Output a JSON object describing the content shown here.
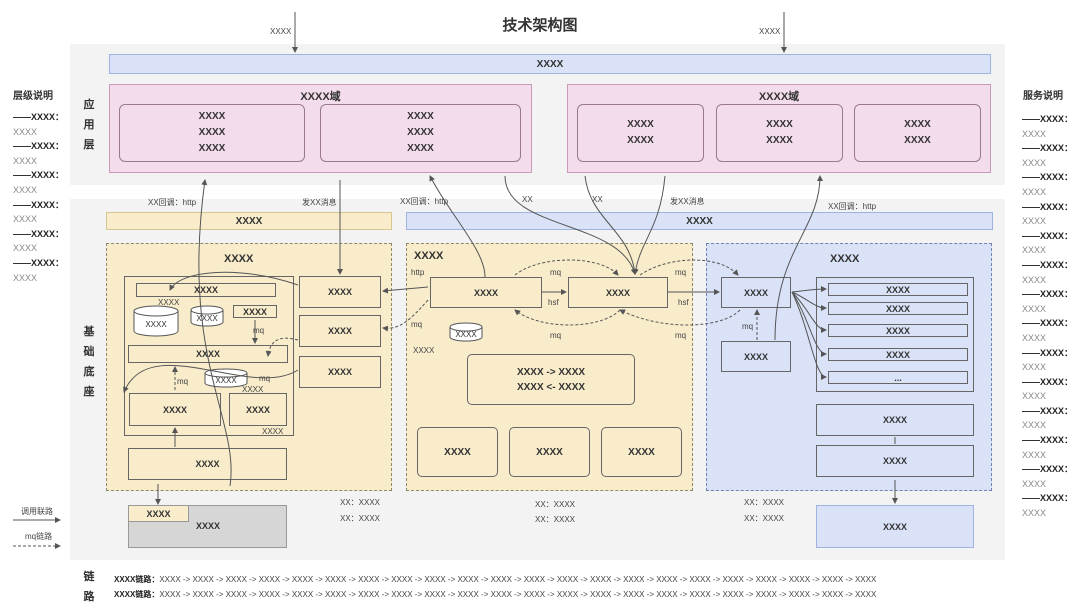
{
  "title": "技术架构图",
  "top_inputs": [
    "XXXX",
    "XXXX"
  ],
  "gateway_bar": "XXXX",
  "layers": {
    "app": "应用层",
    "base": "基础底座",
    "links": "链路"
  },
  "app_layer": {
    "left_domain": {
      "title": "XXXX域",
      "boxes": [
        [
          "XXXX",
          "XXXX",
          "XXXX"
        ],
        [
          "XXXX",
          "XXXX",
          "XXXX"
        ]
      ]
    },
    "right_domain": {
      "title": "XXXX域",
      "boxes": [
        [
          "XXXX",
          "XXXX"
        ],
        [
          "XXXX",
          "XXXX"
        ],
        [
          "XXXX",
          "XXXX"
        ]
      ]
    }
  },
  "flow_labels": {
    "cb1": "XX回调：http",
    "msg1": "发XX消息",
    "cb2": "XX回调：http",
    "xx1": "XX",
    "xx2": "XX",
    "msg2": "发XX消息",
    "cb3": "XX回调：http",
    "http": "http",
    "mq": "mq",
    "hsf": "hsf",
    "xxxx": "XXXX"
  },
  "base": {
    "left_bar": "XXXX",
    "right_bar": "XXXX",
    "left_zone": {
      "title": "XXXX",
      "top_box": "XXXX",
      "db1": "XXXX",
      "db2": "XXXX",
      "db3": "XXXX",
      "small_box": "XXXX",
      "mid_box": "XXXX",
      "bottom_left": "XXXX",
      "bottom_right": "XXXX",
      "wide_box": "XXXX",
      "right_boxes": [
        "XXXX",
        "XXXX",
        "XXXX"
      ],
      "labels": [
        "XXXX",
        "mq",
        "mq",
        "mq",
        "XXXX",
        "XXXX"
      ],
      "note": [
        "XX：XXXX",
        "XX：XXXX"
      ]
    },
    "mid_zone": {
      "title": "XXXX",
      "box1": "XXXX",
      "box2": "XXXX",
      "db": "XXXX",
      "flow": [
        "XXXX -> XXXX",
        "XXXX <- XXXX"
      ],
      "bottom": [
        "XXXX",
        "XXXX",
        "XXXX"
      ],
      "note": [
        "XX：XXXX",
        "XX：XXXX"
      ]
    },
    "right_zone": {
      "title": "XXXX",
      "src1": "XXXX",
      "src2": "XXXX",
      "list": [
        "XXXX",
        "XXXX",
        "XXXX",
        "XXXX",
        "..."
      ],
      "box_a": "XXXX",
      "box_b": "XXXX",
      "note": [
        "XX：XXXX",
        "XX：XXXX"
      ]
    },
    "bottom_store": {
      "tag": "XXXX",
      "label": "XXXX"
    },
    "bottom_right": "XXXX"
  },
  "left_panel": {
    "title": "层级说明",
    "items": [
      [
        "——XXXX：",
        "XXXX"
      ],
      [
        "——XXXX：",
        "XXXX"
      ],
      [
        "——XXXX：",
        "XXXX"
      ],
      [
        "——XXXX：",
        "XXXX"
      ],
      [
        "——XXXX：",
        "XXXX"
      ],
      [
        "——XXXX：",
        "XXXX"
      ]
    ]
  },
  "right_panel": {
    "title": "服务说明",
    "items": [
      [
        "——XXXX：",
        "XXXX"
      ],
      [
        "——XXXX：",
        "XXXX"
      ],
      [
        "——XXXX：",
        "XXXX"
      ],
      [
        "——XXXX：",
        "XXXX"
      ],
      [
        "——XXXX：",
        "XXXX"
      ],
      [
        "——XXXX：",
        "XXXX"
      ],
      [
        "——XXXX：",
        "XXXX"
      ],
      [
        "——XXXX：",
        "XXXX"
      ],
      [
        "——XXXX：",
        "XXXX"
      ],
      [
        "——XXXX：",
        "XXXX"
      ],
      [
        "——XXXX：",
        "XXXX"
      ],
      [
        "——XXXX：",
        "XXXX"
      ],
      [
        "——XXXX：",
        "XXXX"
      ],
      [
        "——XXXX：",
        "XXXX"
      ]
    ]
  },
  "legend": {
    "call": "调用联路",
    "mq": "mq链路"
  },
  "link_rows": [
    {
      "label": "XXXX链路：",
      "text": "XXXX -> XXXX -> XXXX -> XXXX -> XXXX -> XXXX -> XXXX -> XXXX -> XXXX -> XXXX -> XXXX -> XXXX -> XXXX -> XXXX -> XXXX -> XXXX -> XXXX -> XXXX -> XXXX -> XXXX -> XXXX -> XXXX"
    },
    {
      "label": "XXXX链路：",
      "text": "XXXX -> XXXX -> XXXX -> XXXX -> XXXX -> XXXX -> XXXX -> XXXX -> XXXX -> XXXX -> XXXX -> XXXX -> XXXX -> XXXX -> XXXX -> XXXX -> XXXX -> XXXX -> XXXX -> XXXX -> XXXX -> XXXX"
    }
  ]
}
